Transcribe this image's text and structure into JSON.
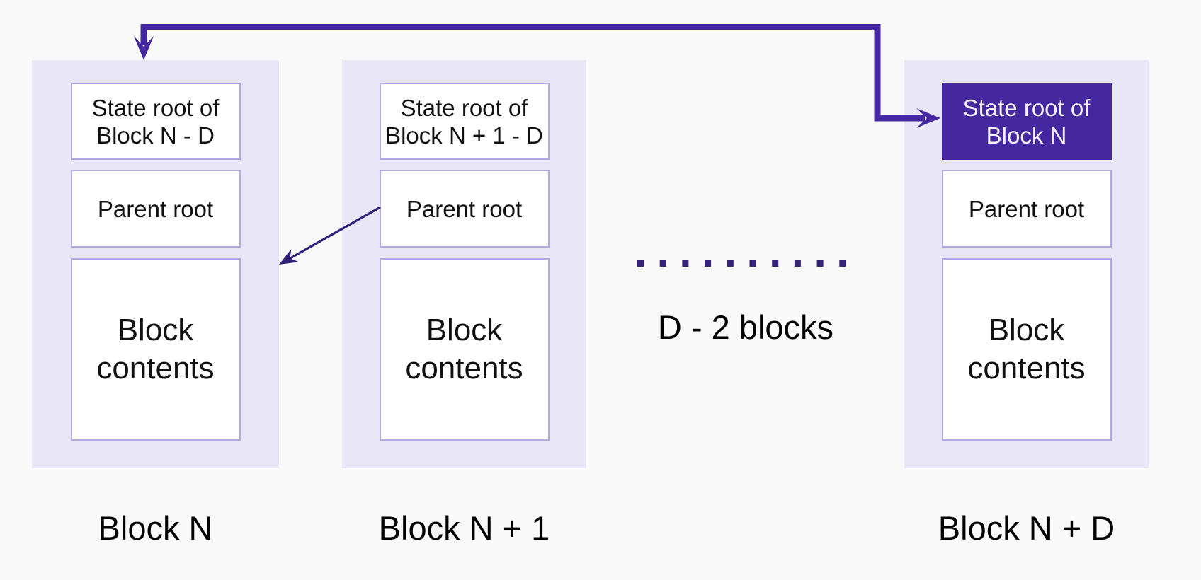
{
  "colors": {
    "background": "#F9F9F9",
    "container_fill": "#E9E6F8",
    "box_border": "#B4A8E4",
    "box_fill": "#FFFFFF",
    "highlight_fill": "#4527A0",
    "highlight_text": "#F5F2FC",
    "thick_arrow": "#4728A3",
    "thin_arrow": "#31207C",
    "dots": "#362277",
    "text": "#111111"
  },
  "blocks": [
    {
      "label": "Block N",
      "state_root": {
        "line1": "State root of",
        "line2": "Block N - D"
      },
      "parent_root": "Parent root",
      "contents": "Block contents",
      "highlighted": false
    },
    {
      "label": "Block N + 1",
      "state_root": {
        "line1": "State root of",
        "line2": "Block N + 1 - D"
      },
      "parent_root": "Parent root",
      "contents": "Block contents",
      "highlighted": false
    },
    {
      "label": "Block N + D",
      "state_root": {
        "line1": "State root of",
        "line2": "Block N"
      },
      "parent_root": "Parent root",
      "contents": "Block contents",
      "highlighted": true
    }
  ],
  "middle": {
    "label": "D - 2 blocks"
  }
}
